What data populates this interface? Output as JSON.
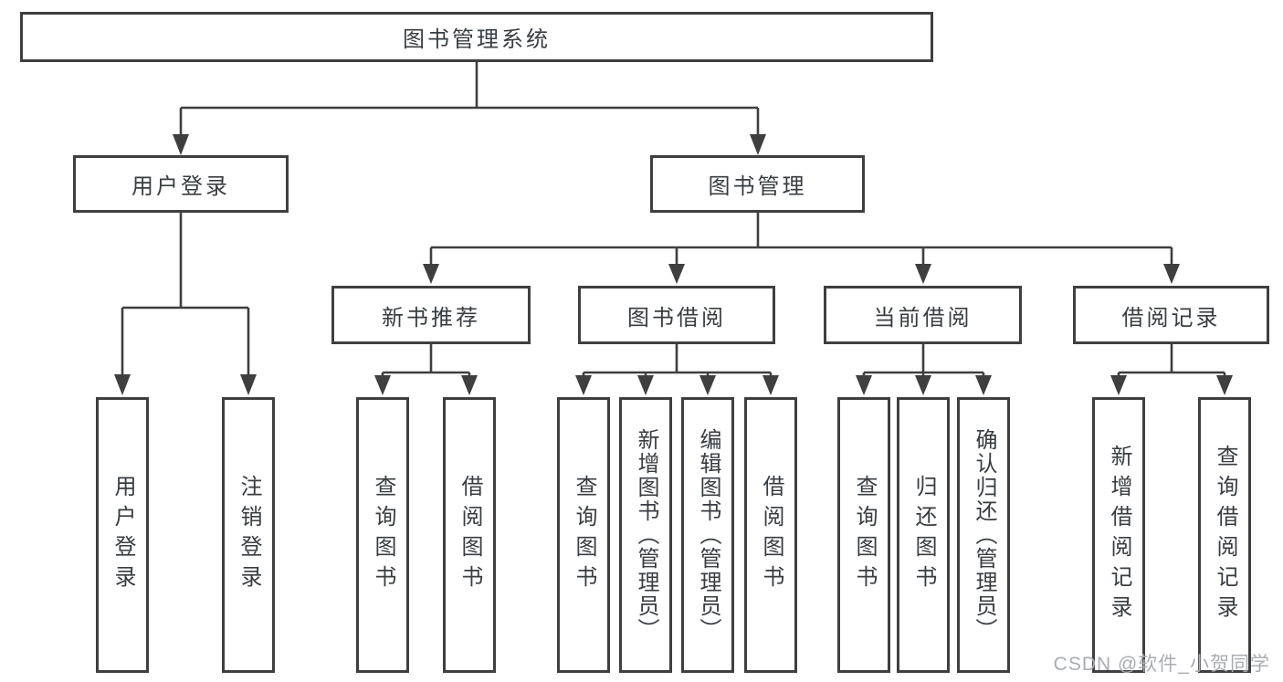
{
  "diagram": {
    "root": "图书管理系统",
    "level2": [
      {
        "label": "用户登录",
        "children": [
          "用户登录",
          "注销登录"
        ]
      },
      {
        "label": "图书管理",
        "groups": [
          {
            "label": "新书推荐",
            "children": [
              "查询图书",
              "借阅图书"
            ]
          },
          {
            "label": "图书借阅",
            "children": [
              "查询图书",
              "新增图书（管理员）",
              "编辑图书（管理员）",
              "借阅图书"
            ]
          },
          {
            "label": "当前借阅",
            "children": [
              "查询图书",
              "归还图书",
              "确认归还（管理员）"
            ]
          },
          {
            "label": "借阅记录",
            "children": [
              "新增借阅记录",
              "查询借阅记录"
            ]
          }
        ]
      }
    ]
  },
  "watermark": {
    "text": "CSDN @软件_小贺同学"
  },
  "colors": {
    "line": "#3f3f3f",
    "border": "#3f3f3f",
    "text": "#383d42",
    "watermark": "#a9adb3",
    "background": "#ffffff"
  }
}
